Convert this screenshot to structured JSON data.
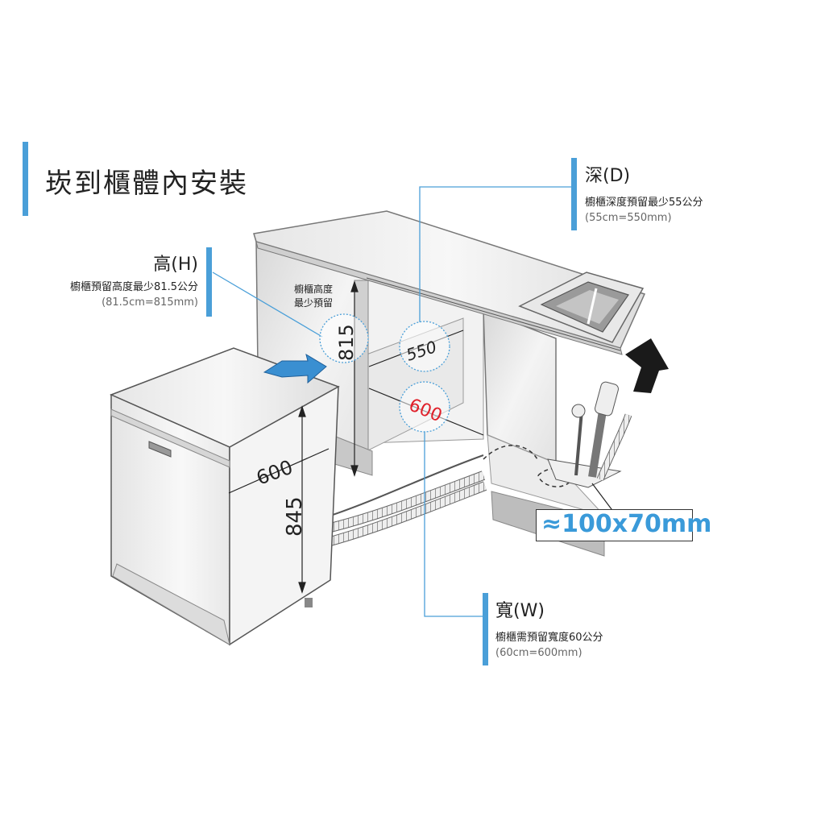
{
  "title": "崁到櫃體內安裝",
  "height": {
    "heading": "高(H)",
    "line1": "櫥櫃預留高度最少81.5公分",
    "line2": "(81.5cm=815mm)"
  },
  "depth": {
    "heading": "深(D)",
    "line1": "櫥櫃深度預留最少55公分",
    "line2": "(55cm=550mm)"
  },
  "width": {
    "heading": "寬(W)",
    "line1": "櫥櫃需預留寬度60公分",
    "line2": "(60cm=600mm)"
  },
  "cabinet_height_label": {
    "line1": "櫥櫃高度",
    "line2": "最少預留"
  },
  "dimensions": {
    "cabinet_height": "815",
    "cabinet_depth": "550",
    "cabinet_width": "600",
    "dishwasher_width": "600",
    "dishwasher_height": "845"
  },
  "opening": "≈100x70mm",
  "colors": {
    "accent": "#4a9fd8",
    "red": "#e0202a",
    "dark": "#222222"
  }
}
